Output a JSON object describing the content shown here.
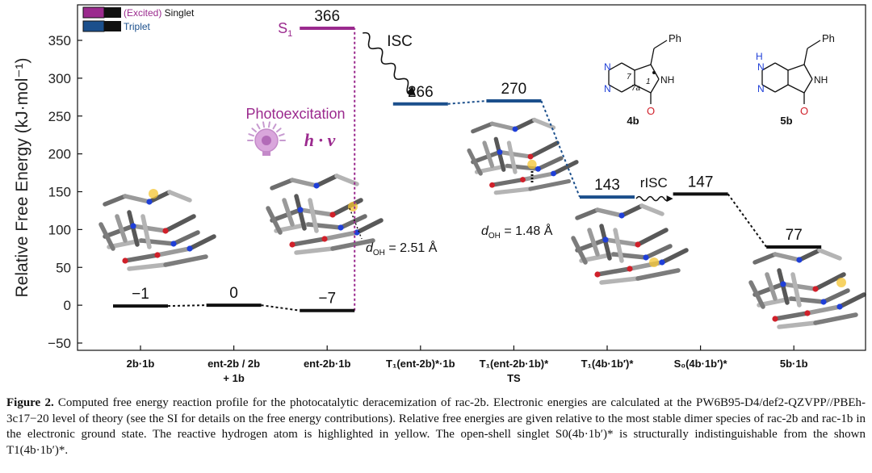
{
  "chart_data": {
    "type": "energy_profile",
    "ylabel": "Relative Free Energy (kJ·mol⁻¹)",
    "ylim": [
      -50,
      375
    ],
    "yticks": [
      -50,
      0,
      50,
      100,
      150,
      200,
      250,
      300,
      350
    ],
    "categories": [
      {
        "line1": "2b·1b",
        "line2": ""
      },
      {
        "line1": "ent-2b / 2b",
        "line2": "+ 1b"
      },
      {
        "line1": "ent-2b·1b",
        "line2": ""
      },
      {
        "line1": "T₁(ent-2b)*·1b",
        "line2": ""
      },
      {
        "line1": "T₁(ent-2b·1b)*",
        "line2": "TS"
      },
      {
        "line1": "T₁(4b·1b′)*",
        "line2": ""
      },
      {
        "line1": "S₀(4b·1b′)*",
        "line2": ""
      },
      {
        "line1": "5b·1b",
        "line2": ""
      }
    ],
    "legend": [
      {
        "label_prefix": "(Excited)",
        "label_suffix": " Singlet",
        "colors": [
          "#9b2a8e",
          "#111111"
        ]
      },
      {
        "label_prefix": "",
        "label_suffix": "Triplet",
        "colors": [
          "#1b4f8c",
          "#111111"
        ]
      }
    ],
    "levels": [
      {
        "x": 0,
        "value": -1,
        "label": "−1",
        "state": "ground"
      },
      {
        "x": 1,
        "value": 0,
        "label": "0",
        "state": "ground"
      },
      {
        "x": 2,
        "value": -7,
        "label": "−7",
        "state": "ground"
      },
      {
        "x": 2,
        "value": 366,
        "label": "366",
        "state": "singlet",
        "tag": "S₁"
      },
      {
        "x": 3,
        "value": 266,
        "label": "266",
        "state": "triplet"
      },
      {
        "x": 4,
        "value": 270,
        "label": "270",
        "state": "triplet"
      },
      {
        "x": 5,
        "value": 143,
        "label": "143",
        "state": "triplet"
      },
      {
        "x": 6,
        "value": 147,
        "label": "147",
        "state": "ground"
      },
      {
        "x": 7,
        "value": 77,
        "label": "77",
        "state": "ground"
      }
    ],
    "annotations": {
      "isc": "ISC",
      "risc": "rISC",
      "photo": "Photoexcitation",
      "hv": "h · ν",
      "d1": "2.51 Å",
      "d2": "1.48 Å",
      "d_prefix": "d",
      "d_sub": "OH",
      "mol4b": "4b",
      "mol5b": "5b",
      "ph": "Ph",
      "nh": "NH",
      "h": "H",
      "n": "N",
      "o": "O",
      "num7": "7",
      "num7a": "7a",
      "num1": "1"
    },
    "colors": {
      "ground": "#111111",
      "singlet": "#9b2a8e",
      "triplet": "#1b4f8c",
      "highlight": "#f4c430"
    }
  },
  "caption": {
    "label": "Figure 2.",
    "text": " Computed free energy reaction profile for the photocatalytic deracemization of rac-2b. Electronic energies are calculated at the PW6B95-D4/def2-QZVPP//PBEh-3c17−20 level of theory (see the SI for details on the free energy contributions). Relative free energies are given relative to the most stable dimer species of rac-2b and rac-1b in the electronic ground state. The reactive hydrogen atom is highlighted in yellow. The open-shell singlet S0(4b·1b′)* is structurally indistinguishable from the shown T1(4b·1b′)*."
  }
}
